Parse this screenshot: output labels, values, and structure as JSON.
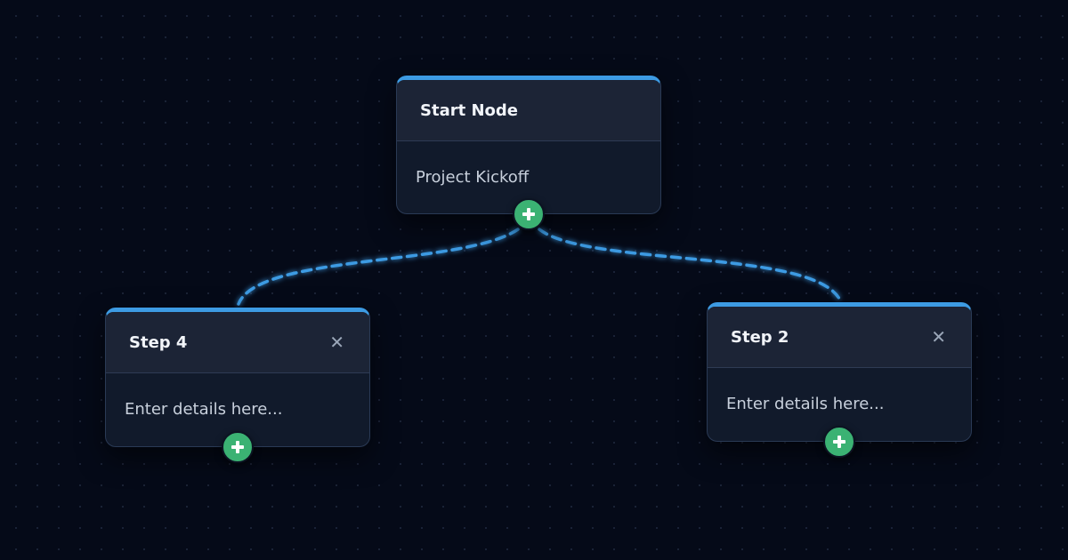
{
  "canvas": {
    "background": "#050a18",
    "edge_color": "#3d9be3",
    "add_button_color": "#3bb273"
  },
  "nodes": {
    "start": {
      "title": "Start Node",
      "content": "Project Kickoff",
      "add_icon": "plus-icon"
    },
    "step4": {
      "title": "Step 4",
      "content": "Enter details here...",
      "close_label": "✕",
      "add_icon": "plus-icon"
    },
    "step2": {
      "title": "Step 2",
      "content": "Enter details here...",
      "close_label": "✕",
      "add_icon": "plus-icon"
    }
  }
}
